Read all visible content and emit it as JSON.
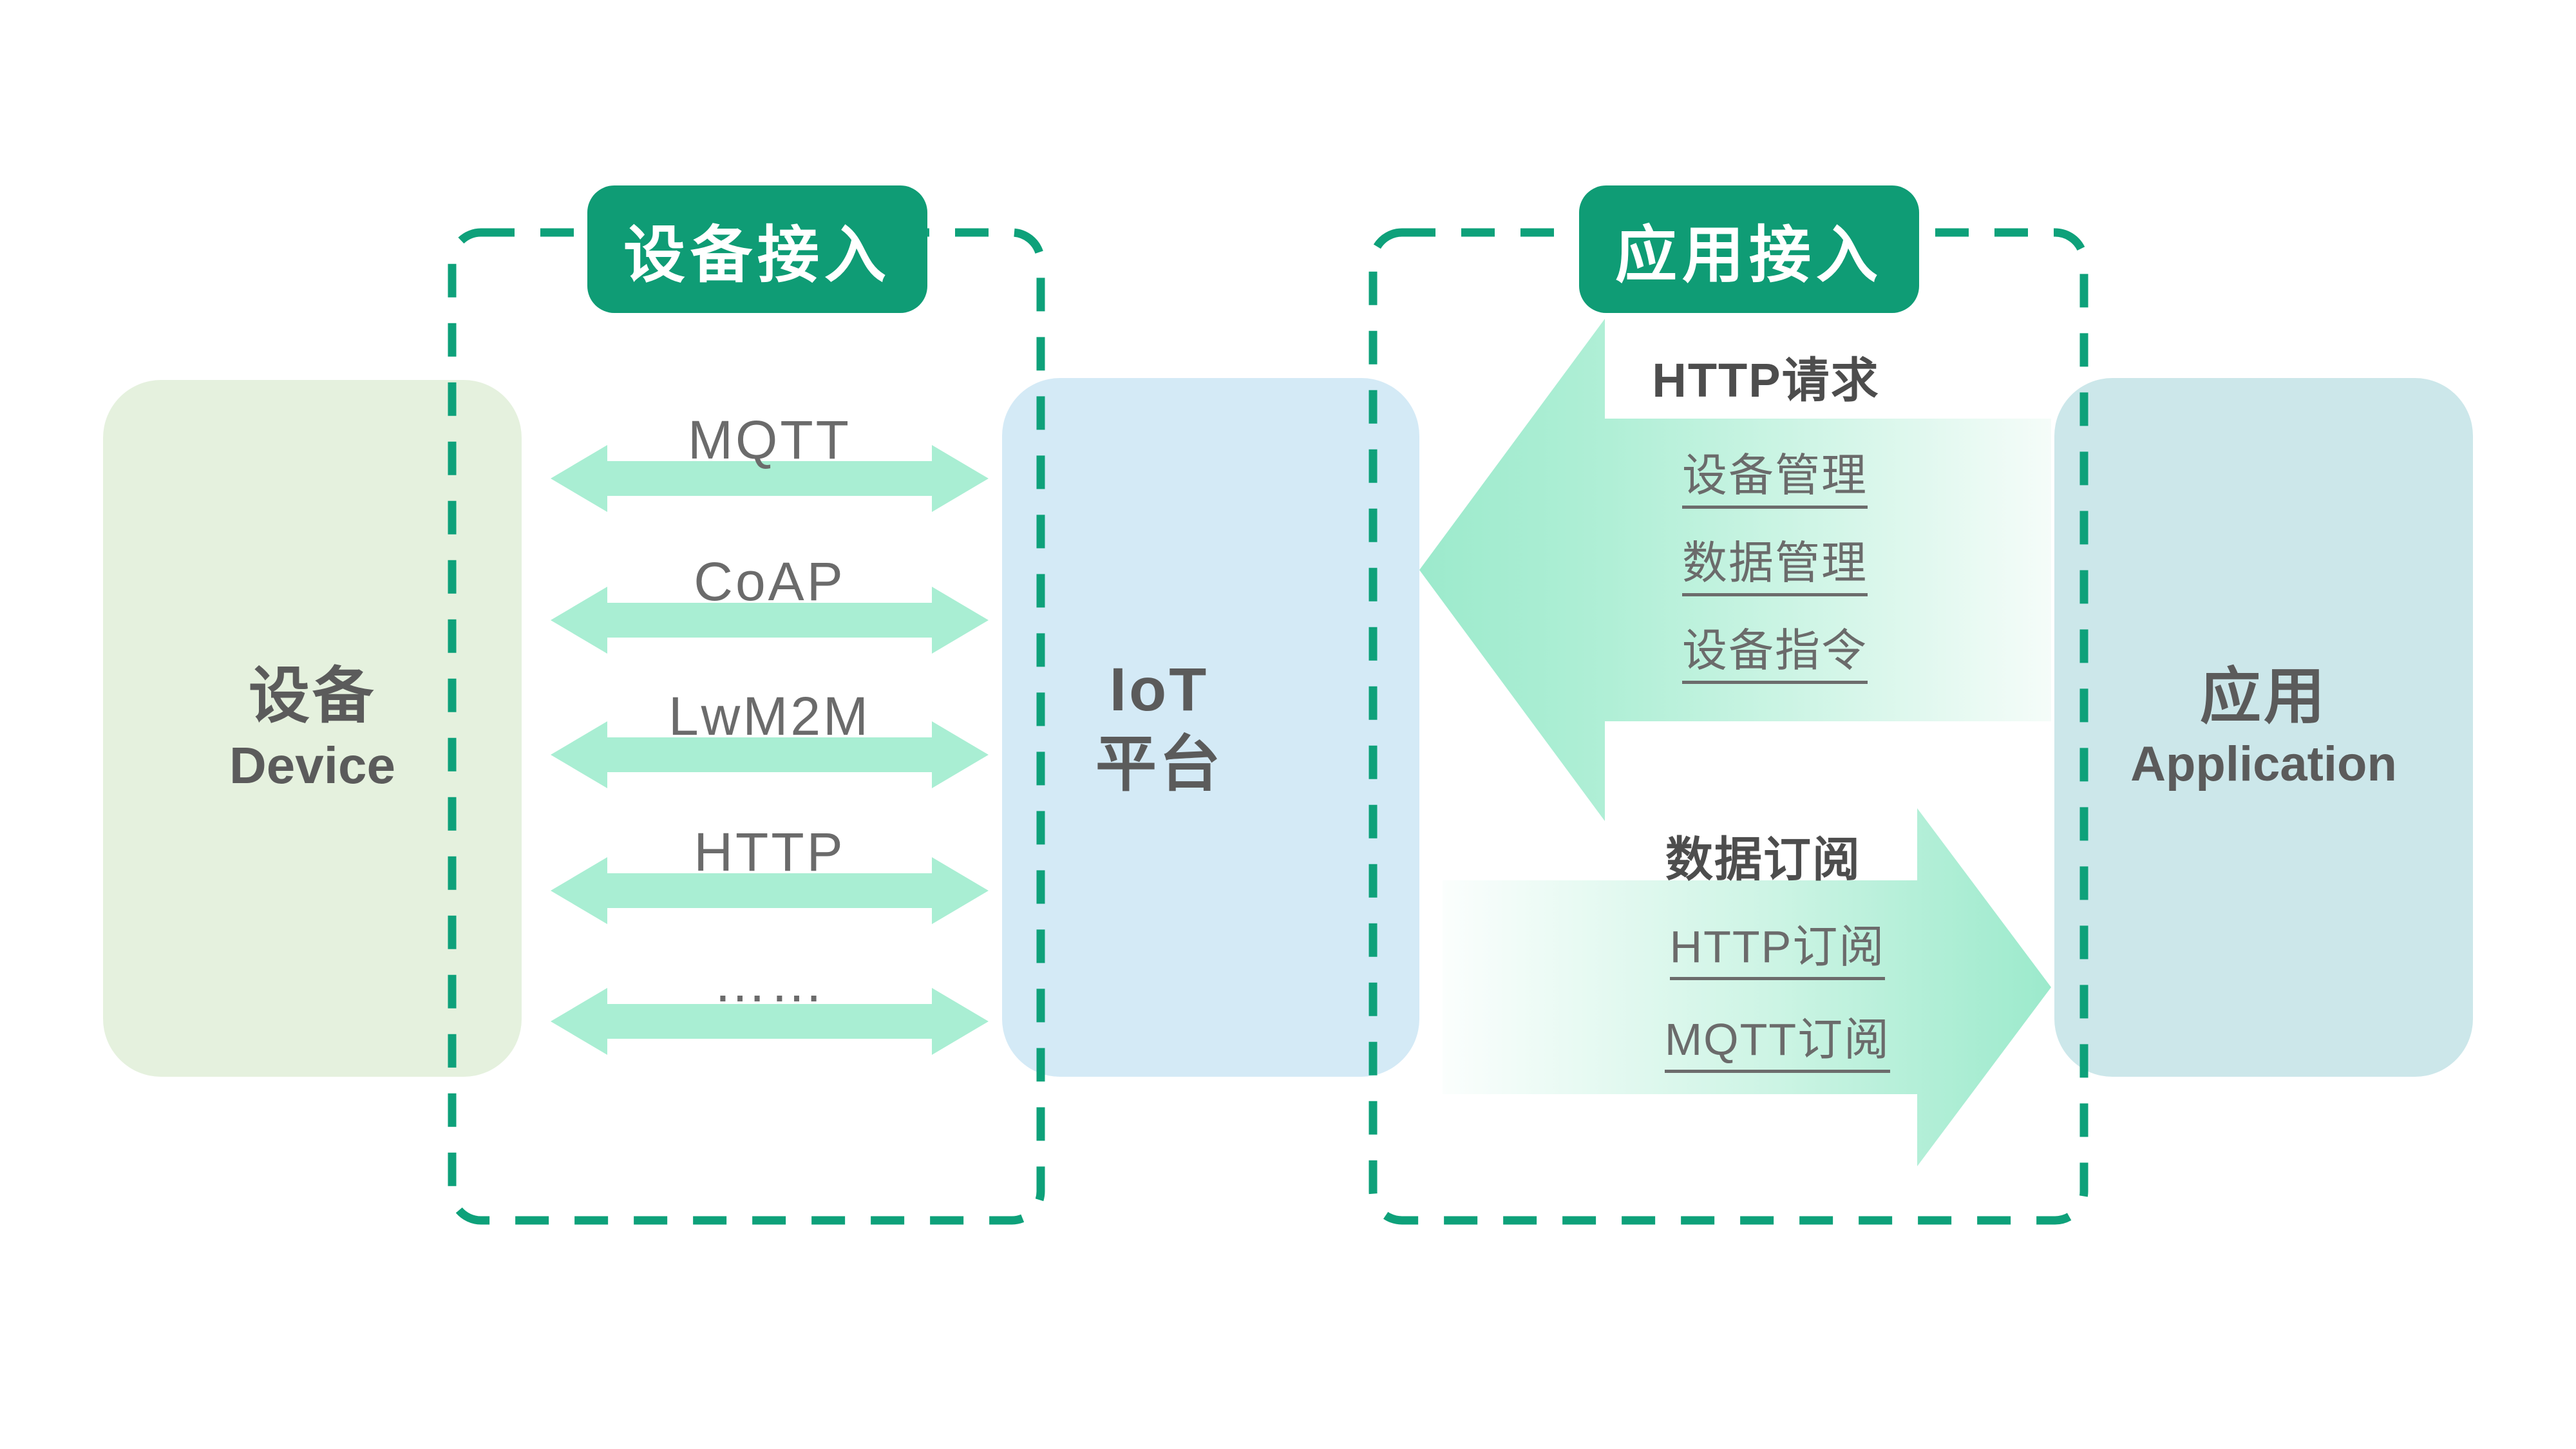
{
  "diagram_title": "IoT platform access architecture",
  "colors": {
    "badge_green": "#0F9C75",
    "dash_green": "#0EA17A",
    "mint_arrow": "#A9EED3",
    "mint_gradient_strong": "#9CEACC",
    "device_box_bg": "#E5F1DE",
    "iot_box_bg": "#D4EAF6",
    "app_box_bg": "#CCE7EA",
    "title_text": "#5B5B5B",
    "label_text": "#6B6B6B",
    "bold_label_text": "#4D4D4D",
    "badge_text": "#FFFFFF"
  },
  "device_box": {
    "title": "设备",
    "subtitle": "Device"
  },
  "iot_box": {
    "line1": "IoT",
    "line2": "平台"
  },
  "app_box": {
    "title": "应用",
    "subtitle": "Application"
  },
  "device_access_panel": {
    "badge": "设备接入",
    "protocols": [
      "MQTT",
      "CoAP",
      "LwM2M",
      "HTTP",
      "……"
    ]
  },
  "app_access_panel": {
    "badge": "应用接入",
    "request_group": {
      "label": "HTTP请求",
      "direction": "left",
      "links": [
        "设备管理",
        "数据管理",
        "设备指令"
      ]
    },
    "subscribe_group": {
      "label": "数据订阅",
      "direction": "right",
      "links": [
        "HTTP订阅",
        "MQTT订阅"
      ]
    }
  }
}
